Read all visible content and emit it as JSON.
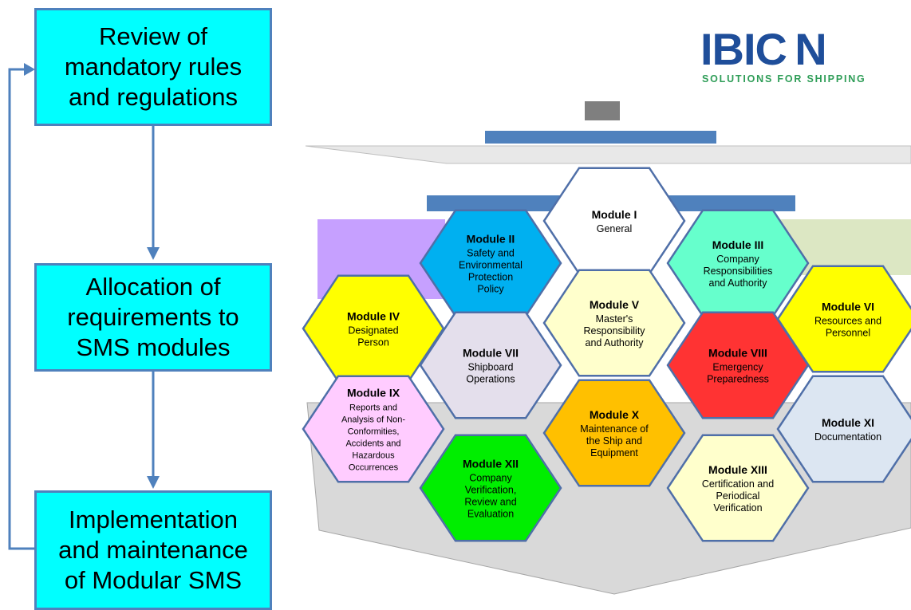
{
  "flow": {
    "step1": [
      "Review of",
      "mandatory rules",
      "and regulations"
    ],
    "step2": [
      "Allocation of",
      "requirements to",
      "SMS modules"
    ],
    "step3": [
      "Implementation",
      "and maintenance",
      "of Modular SMS"
    ]
  },
  "logo": {
    "word": "IBIC N",
    "tagline": "SOLUTIONS FOR SHIPPING"
  },
  "modules": [
    {
      "id": "m1",
      "title": "Module I",
      "lines": [
        "General"
      ],
      "color": "#ffffff"
    },
    {
      "id": "m2",
      "title": "Module II",
      "lines": [
        "Safety and",
        "Environmental",
        "Protection",
        "Policy"
      ],
      "color": "#00b0f0"
    },
    {
      "id": "m3",
      "title": "Module III",
      "lines": [
        "Company",
        "Responsibilities",
        "and Authority"
      ],
      "color": "#66ffcc"
    },
    {
      "id": "m4",
      "title": "Module IV",
      "lines": [
        "Designated",
        "Person"
      ],
      "color": "#ffff00"
    },
    {
      "id": "m5",
      "title": "Module V",
      "lines": [
        "Master's",
        "Responsibility",
        "and Authority"
      ],
      "color": "#ffffcc"
    },
    {
      "id": "m6",
      "title": "Module VI",
      "lines": [
        "Resources and",
        "Personnel"
      ],
      "color": "#ffff00"
    },
    {
      "id": "m7",
      "title": "Module VII",
      "lines": [
        "Shipboard",
        "Operations"
      ],
      "color": "#e4dfec"
    },
    {
      "id": "m8",
      "title": "Module VIII",
      "lines": [
        "Emergency",
        "Preparedness"
      ],
      "color": "#ff3333"
    },
    {
      "id": "m9",
      "title": "Module IX",
      "lines": [
        "Reports and",
        "Analysis of Non-",
        "Conformities,",
        "Accidents and",
        "Hazardous",
        "Occurrences"
      ],
      "color": "#ffccff"
    },
    {
      "id": "m10",
      "title": "Module X",
      "lines": [
        "Maintenance of",
        "the Ship and",
        "Equipment"
      ],
      "color": "#ffc000"
    },
    {
      "id": "m11",
      "title": "Module XI",
      "lines": [
        "Documentation"
      ],
      "color": "#dce6f2"
    },
    {
      "id": "m12",
      "title": "Module XII",
      "lines": [
        "Company",
        "Verification,",
        "Review and",
        "Evaluation"
      ],
      "color": "#00ee00"
    },
    {
      "id": "m13",
      "title": "Module XIII",
      "lines": [
        "Certification and",
        "Periodical",
        "Verification"
      ],
      "color": "#ffffcc"
    }
  ]
}
